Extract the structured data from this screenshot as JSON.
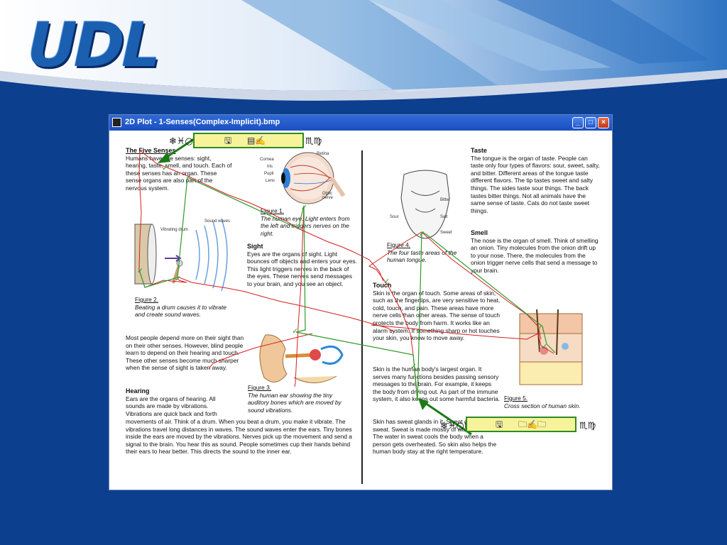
{
  "logo": {
    "text": "UDL"
  },
  "window": {
    "title": "2D Plot - 1-Senses(Complex-Implicit).bmp",
    "min_label": "_",
    "max_label": "□",
    "close_label": "×"
  },
  "toolbar": {
    "glyph_left": "❄♓○♏",
    "save_glyph": "🖫",
    "tools_glyph": "▤✍",
    "glyph_right": "♏♍",
    "folder_glyph": "🗀✍🗀"
  },
  "page": {
    "five_senses": {
      "title": "The Five Senses",
      "body": "Humans have five senses: sight, hearing, taste, smell, and touch. Each of these senses has an organ. These sense organs are also part of the nervous system."
    },
    "figure1": {
      "num": "Figure 1.",
      "caption": "The human eye. Light enters from the left and triggers nerves on the right."
    },
    "eye_labels": {
      "cornea": "Cornea",
      "iris": "Iris",
      "pupil": "Pupil",
      "lens": "Lens",
      "retina": "Retina",
      "optic": "Optic nerve"
    },
    "sight": {
      "title": "Sight",
      "body": "Eyes are the organs of sight. Light bounces off objects and enters your eyes. This light triggers nerves in the back of the eyes. These nerves send messages to your brain, and you see an object."
    },
    "drum_labels": {
      "vibrating": "Vibrating drum",
      "waves": "Sound waves"
    },
    "figure2": {
      "num": "Figure 2.",
      "caption": "Beating a drum causes it to vibrate and create sound waves."
    },
    "depend": {
      "body": "Most people depend more on their sight than on their other senses. However, blind people learn to depend on their hearing and touch. These other senses become much sharper when the sense of sight is taken away."
    },
    "figure3": {
      "num": "Figure 3.",
      "caption": "The human ear showing the tiny auditory bones which are moved by sound vibrations."
    },
    "hearing": {
      "title": "Hearing",
      "body_short": "Ears are the organs of hearing. All sounds are made by vibrations. Vibrations are quick back and forth",
      "body_long": "movements of air. Think of a drum. When you beat a drum, you make it vibrate. The vibrations travel long distances in waves. The sound waves enter the ears. Tiny bones inside the ears are moved by the vibrations. Nerves pick up the movement and send a signal to the brain. You hear this as sound. People sometimes cup their hands behind their ears to hear better. This directs the sound to the inner ear."
    },
    "taste": {
      "title": "Taste",
      "body": "The tongue is the organ of taste. People can taste only four types of flavors: sour, sweet, salty, and bitter. Different areas of the tongue taste different flavors. The tip tastes sweet and salty things. The sides taste sour things. The back tastes bitter things. Not all animals have the same sense of taste. Cats do not taste sweet things."
    },
    "tongue_labels": {
      "bitter": "Bitter",
      "sour": "Sour",
      "salt": "Salt",
      "sweet": "Sweet"
    },
    "figure4": {
      "num": "Figure 4.",
      "caption": "The four taste areas of the human tongue."
    },
    "smell": {
      "title": "Smell",
      "body": "The nose is the organ of smell. Think of smelling an onion. Tiny molecules from the onion drift up to your nose. There, the molecules from the onion trigger nerve cells that send a message to your brain."
    },
    "touch": {
      "title": "Touch",
      "body": "Skin is the organ of touch. Some areas of skin, such as the fingertips, are very sensitive to heat, cold, touch, and pain. These areas have more nerve cells than other areas. The sense of touch protects the body from harm. It works like an alarm system. If something sharp or hot touches your skin, you know to move away."
    },
    "skin": {
      "body": "Skin is the human body's largest organ. It serves many functions besides passing sensory messages to the brain. For example, it keeps the body from drying out. As part of the immune system, it also keeps out some harmful bacteria."
    },
    "sweat": {
      "body": "Skin has sweat glands in it. Sweat glands make sweat. Sweat is made mostly of water and salt. The water in sweat cools the body when a person gets overheated. So skin also helps the human body stay at the right temperature."
    },
    "figure5": {
      "num": "Figure 5.",
      "caption": "Cross section of human skin."
    }
  },
  "colors": {
    "trace": "#d42020",
    "anchor": "#2f9a2a",
    "toolbar_bg": "#f7f39a",
    "toolbar_border": "#2f8a22"
  }
}
